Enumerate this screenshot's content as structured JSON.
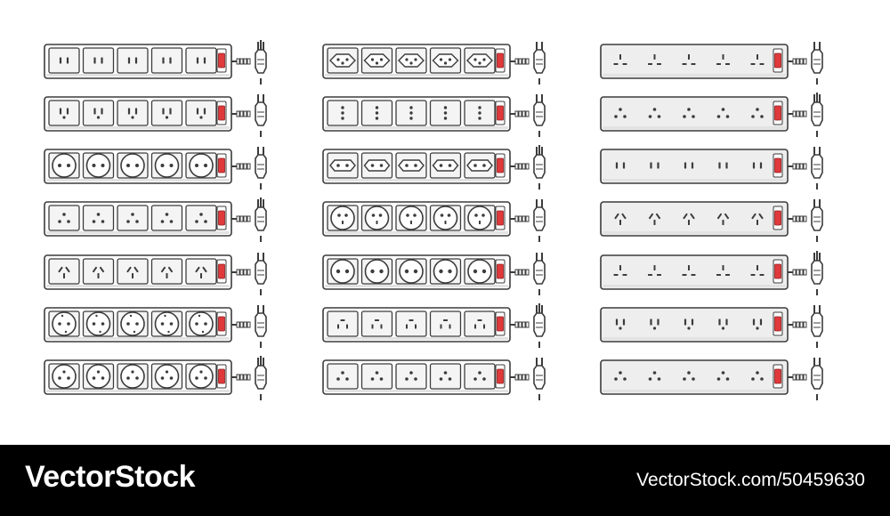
{
  "illustration": {
    "strip_colors": {
      "outline": "#3c3c3c",
      "face": "#f4f4f4",
      "strip_fill_plain": "#eeeeee",
      "switch_red": "#e0393b",
      "pin": "#3c3c3c"
    },
    "columns": [
      {
        "style": "panels",
        "strips": [
          {
            "socket": "type-a-flat"
          },
          {
            "socket": "type-b-ground"
          },
          {
            "socket": "round-two-pin"
          },
          {
            "socket": "triangle-three-round"
          },
          {
            "socket": "angled-three-pin"
          },
          {
            "socket": "schuko"
          },
          {
            "socket": "french-earth"
          }
        ]
      },
      {
        "style": "panels",
        "strips": [
          {
            "socket": "swiss-hex"
          },
          {
            "socket": "vertical-three-dot"
          },
          {
            "socket": "hex-two-pin"
          },
          {
            "socket": "round-three-pin-large"
          },
          {
            "socket": "round-two-pin-large"
          },
          {
            "socket": "three-flat-triangle"
          },
          {
            "socket": "three-round-triangle"
          }
        ]
      },
      {
        "style": "plain",
        "strips": [
          {
            "socket": "uk-three-pin"
          },
          {
            "socket": "triangle-three-round"
          },
          {
            "socket": "type-a-flat"
          },
          {
            "socket": "angled-three-pin"
          },
          {
            "socket": "uk-three-pin"
          },
          {
            "socket": "type-b-ground"
          },
          {
            "socket": "three-round-triangle"
          }
        ]
      }
    ]
  },
  "footer": {
    "brand": "VectorStock",
    "image_id": "VectorStock.com/50459630"
  }
}
